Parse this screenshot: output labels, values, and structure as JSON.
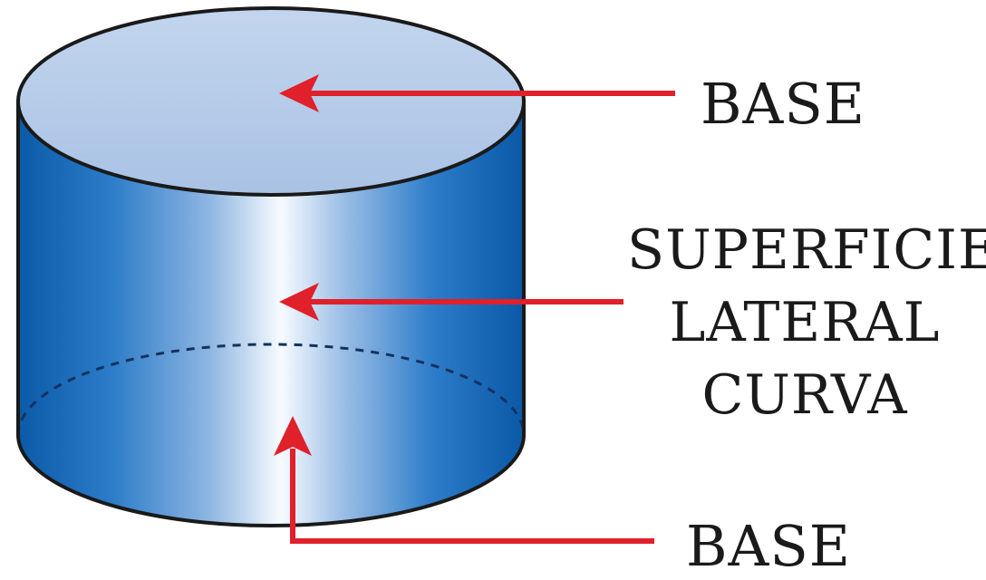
{
  "labels": {
    "top_base": "BASE",
    "lateral_line1": "SUPERFICIE",
    "lateral_line2": "LATERAL",
    "lateral_line3": "CURVA",
    "bottom_base": "BASE"
  },
  "colors": {
    "top_face": "#b3c9e6",
    "side_dark": "#0c5fb0",
    "side_light": "#f5f9ff",
    "outline": "#1a1a1a",
    "arrow": "#e0202a"
  }
}
